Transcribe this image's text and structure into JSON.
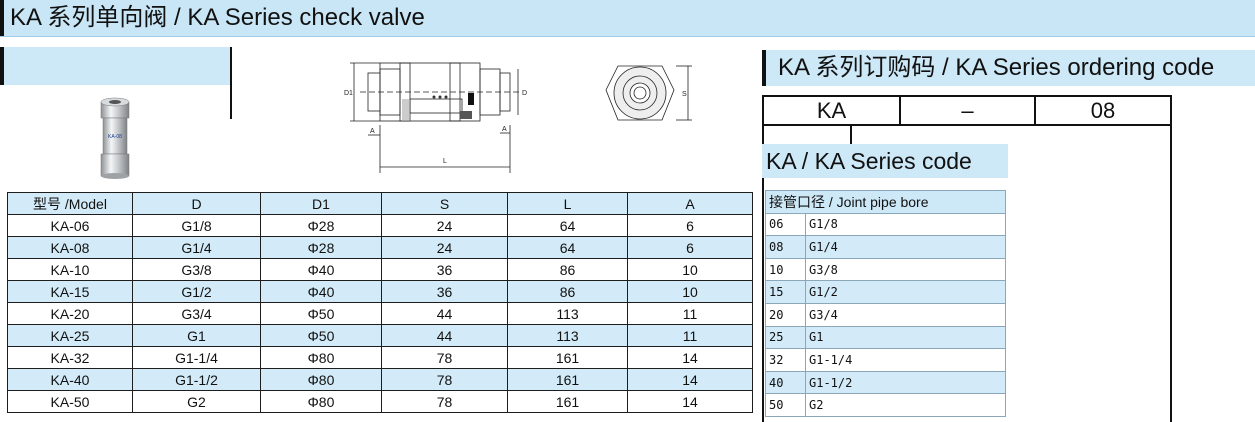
{
  "header": {
    "title": "KA 系列单向阀 /  KA Series check valve"
  },
  "product": {
    "photo_label": "KA-08"
  },
  "drawing": {
    "labels": [
      "D1",
      "D",
      "A",
      "L",
      "S"
    ]
  },
  "spec_table": {
    "headers": [
      "型号 /Model",
      "D",
      "D1",
      "S",
      "L",
      "A"
    ],
    "rows": [
      [
        "KA-06",
        "G1/8",
        "Φ28",
        "24",
        "64",
        "6"
      ],
      [
        "KA-08",
        "G1/4",
        "Φ28",
        "24",
        "64",
        "6"
      ],
      [
        "KA-10",
        "G3/8",
        "Φ40",
        "36",
        "86",
        "10"
      ],
      [
        "KA-15",
        "G1/2",
        "Φ40",
        "36",
        "86",
        "10"
      ],
      [
        "KA-20",
        "G3/4",
        "Φ50",
        "44",
        "113",
        "11"
      ],
      [
        "KA-25",
        "G1",
        "Φ50",
        "44",
        "113",
        "11"
      ],
      [
        "KA-32",
        "G1-1/4",
        "Φ80",
        "78",
        "161",
        "14"
      ],
      [
        "KA-40",
        "G1-1/2",
        "Φ80",
        "78",
        "161",
        "14"
      ],
      [
        "KA-50",
        "G2",
        "Φ80",
        "78",
        "161",
        "14"
      ]
    ]
  },
  "ordering": {
    "title": "KA 系列订购码 /  KA Series ordering code",
    "code_parts": [
      "KA",
      "–",
      "08"
    ],
    "series_label": "KA  / KA Series code",
    "bore_header": "接管口径 / Joint pipe bore",
    "bore_rows": [
      [
        "06",
        "G1/8"
      ],
      [
        "08",
        "G1/4"
      ],
      [
        "10",
        "G3/8"
      ],
      [
        "15",
        "G1/2"
      ],
      [
        "20",
        "G3/4"
      ],
      [
        "25",
        "G1"
      ],
      [
        "32",
        "G1-1/4"
      ],
      [
        "40",
        "G1-1/2"
      ],
      [
        "50",
        "G2"
      ]
    ]
  }
}
